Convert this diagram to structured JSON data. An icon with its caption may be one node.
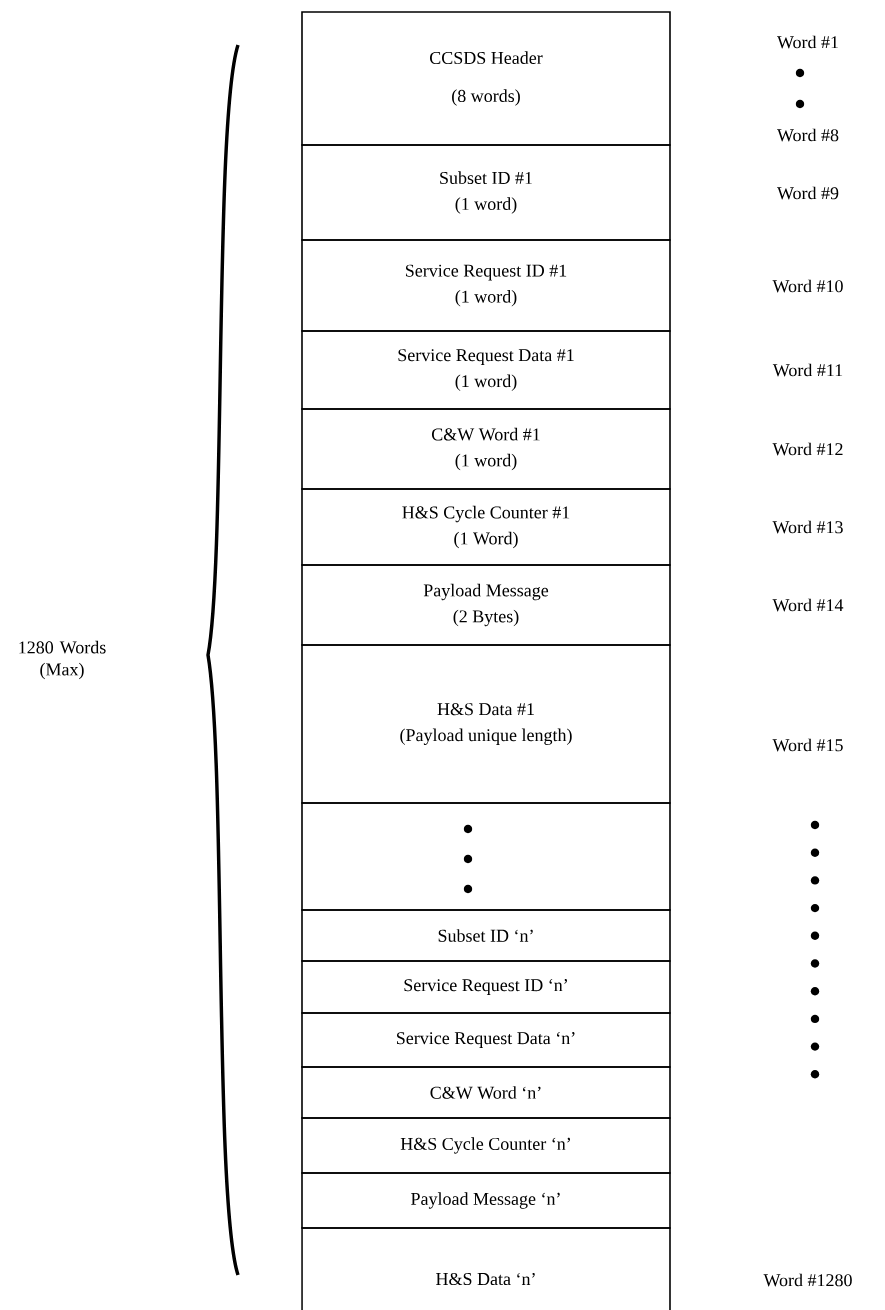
{
  "diagram": {
    "nodes": [
      {
        "text": [
          "CCSDS Header",
          "(8 words)"
        ]
      },
      {
        "text": [
          "Subset ID #1",
          "(1 word)"
        ]
      },
      {
        "text": [
          "Service Request ID #1",
          "(1 word)"
        ]
      },
      {
        "text": [
          "Service Request Data #1",
          "(1 word)"
        ]
      },
      {
        "text": [
          "C&W Word #1",
          "(1 word)"
        ]
      },
      {
        "text": [
          "H&S Cycle Counter #1",
          "(1 Word)"
        ]
      },
      {
        "text": [
          "Payload Message",
          "(2 Bytes)"
        ]
      },
      {
        "text": [
          "H&S Data #1",
          "(Payload unique length)"
        ]
      },
      {
        "text": [],
        "shape": "box"
      },
      {
        "text": [
          "Subset ID ‘n’"
        ]
      },
      {
        "text": [
          "Service Request ID ‘n’"
        ]
      },
      {
        "text": [
          "Service Request Data ‘n’"
        ]
      },
      {
        "text": [
          "C&W Word ‘n’"
        ]
      },
      {
        "text": [
          "H&S Cycle Counter ‘n’"
        ]
      },
      {
        "text": [
          "Payload Message ‘n’"
        ]
      },
      {
        "text": [
          "H&S Data ‘n’"
        ]
      }
    ],
    "labels": [
      "Word #1",
      "Word #8",
      "Word #9",
      "Word #10",
      "Word #11",
      "Word #12",
      "Word #13",
      "Word #14",
      "1280 Words (Max)",
      "Word #15",
      "Word #1280"
    ]
  }
}
